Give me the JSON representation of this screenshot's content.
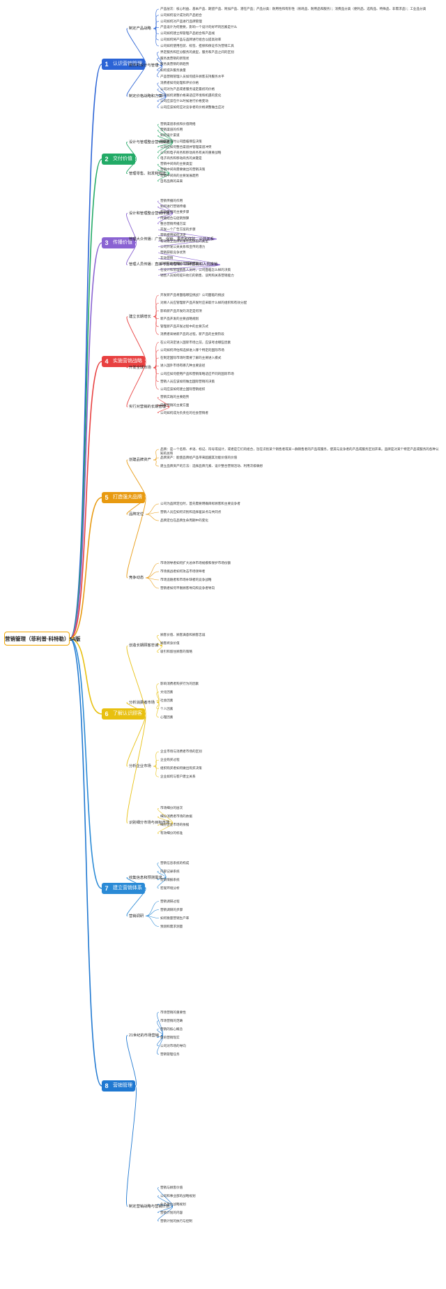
{
  "root": {
    "label": "营销管理（菲利普·科特勒）14版",
    "color": "#f0a500"
  },
  "branches": [
    {
      "num": "1",
      "label": "认识营销管理",
      "color": "#2b64d6",
      "sub": [
        {
          "label": "制定产品战略",
          "leaves": [
            "产品层次：核心利益、基本产品、期望产品、附加产品、潜在产品；产品分类：耐用性和有形性（易耗品、耐用品和服务）；消费品分类（便利品、选购品、特殊品、非需求品）；工业品分类",
            "公司如何设计成功的产品组合",
            "公司如何对产品进行品牌管理",
            "产品设计为何重要，影响一个设计的好坏的因素是什么",
            "公司如何建立和管理产品组合和产品线",
            "公司如何将产品与品牌进行组合以提高效率",
            "公司如何使用包装、标签、担保和保证作为营销工具"
          ]
        },
        {
          "label": "服务的设计与管理",
          "leaves": [
            "界定服务和区分服务的类型，服务和产品之间的区别",
            "服务类营销的新现状",
            "服务类营销的新趋势",
            "如何提升服务质量",
            "产品营销管理人员如何提升顾客支持服务水平"
          ]
        },
        {
          "label": "制定价格战略和方案",
          "leaves": [
            "消费者如何处理和评价价格",
            "公司对为产品或者服务设定最初的价格",
            "公司如何调整价格来适应环境和机遇的变化",
            "公司应该在什么时候进行价格变动",
            "公司应该如何应对竞争者的价格调整做出应对"
          ]
        }
      ]
    },
    {
      "num": "2",
      "label": "交付价值",
      "color": "#22aa66",
      "sub": [
        {
          "label": "设计与管理整合营销渠道",
          "leaves": [
            "营销渠道系统和价值网络",
            "营销渠道的作用",
            "如何设计渠道",
            "管理渠道时公司面临哪些决策",
            "公司应如何整合渠道并管理渠道冲突",
            "公司和电子商务和移动商务有关的重要战略",
            "电子商务和移动商务的关键是"
          ]
        },
        {
          "label": "管理零售、批发和物流",
          "leaves": [
            "营销中间商的主要类型",
            "营销中间商需要做出的营销决策",
            "营销中间商的主要发展趋势",
            "自有品牌的未来"
          ]
        }
      ]
    },
    {
      "num": "3",
      "label": "传播价值",
      "color": "#8a63d2",
      "sub": [
        {
          "label": "设计和管理整合营销传播",
          "leaves": [
            "营销传播的作用",
            "如何进行营销传播",
            "有效传播的主要步骤",
            "传播组合与促销预算",
            "整合营销传播方案"
          ]
        },
        {
          "label": "管理大众传播：广告、促销、事件和体验、公共关系",
          "leaves": [
            "开发一个广告方案的步骤",
            "营销费用如何决定",
            "有效建立品牌的事件和体验的类型",
            "公司开发公关关系和宣传的潜力"
          ]
        },
        {
          "label": "管理人员传播：直接与互动营销、口碑营销和人员推销",
          "leaves": [
            "营销获取竞争优势",
            "互动营销",
            "口碑影响和网络营销的成败",
            "在设计和管理销售人员时，公司面临怎么样的决策",
            "销售人员如何提升他们的销售、谈判和关系营销能力"
          ]
        }
      ]
    },
    {
      "num": "4",
      "label": "实施营销战略",
      "color": "#e84040",
      "sub": [
        {
          "label": "建立长期增长",
          "leaves": [
            "开发新产品将面临哪些挑战？公司面临的挑战",
            "对顾人员应管理新产品开发时应采取什么样的组织和有效分配",
            "影响新产品开发的决定是何项",
            "新产品开发的主要战略规划",
            "管理新产品开发过程中的主要方式",
            "消费者采纳新产品的过程，新产品的主要阶段"
          ]
        },
        {
          "label": "开发全球市场",
          "leaves": [
            "在公司决定进入国际市场之前，应该考虑哪些因素",
            "公司如何评估和选择进入哪个特定的国际市场",
            "在制定国际市场时需要了解的主要进入模式",
            "进入国外市场有哪几种主要途径",
            "公司应如何使用产品和营销策略适应不同的国际市场",
            "营销人员应该如何做出国际营销的决策",
            "公司应该如何建立国际营销组织"
          ]
        },
        {
          "label": "实行对营销的长期管理",
          "leaves": [
            "营销实践的主要趋势",
            "内部营销的主要方面",
            "公司如何成为负责任的社会营销者"
          ]
        }
      ]
    },
    {
      "num": "5",
      "label": "打造强大品牌",
      "color": "#e89a10",
      "sub": [
        {
          "label": "创建品牌资产",
          "leaves": [
            "品牌：是一个名称、术语、标记、符号或设计，或者是它们的组合，旨在识别某个销售者或某一群销售者的产品或服务，使其与竞争者的产品或服务区别开来。品牌是对某个特定产品或服务的各种认知的总和",
            "品牌资产：能使品牌给产品带来超越其功能价值的价值",
            "建立品牌资产的方法：选择品牌元素、设计整合营销活动、利用次级联想"
          ]
        },
        {
          "label": "品牌定位",
          "leaves": [
            "公司为品牌定位时，首先需要明确目标顾客和主要竞争者",
            "营销人员应如何识别和选择差异点与共同点",
            "品牌定位在品牌生命周期中的变化"
          ]
        },
        {
          "label": "竞争动态",
          "leaves": [
            "市场领导者如何扩大总体市场规模和保护市场份额",
            "市场挑战者如何攻击市场领导者",
            "市场追随者和市场补缺者的竞争战略",
            "营销者如何平衡顾客导向和竞争者导向"
          ]
        }
      ]
    },
    {
      "num": "6",
      "label": "了解认识顾客",
      "color": "#e8c010",
      "sub": [
        {
          "label": "创造长期顾客忠诚",
          "leaves": [
            "顾客价值、顾客满意和顾客忠诚",
            "顾客终身价值",
            "吸引和留住顾客的策略"
          ]
        },
        {
          "label": "分析消费者市场",
          "leaves": [
            "影响消费者购买行为的因素",
            "文化因素",
            "社会因素",
            "个人因素",
            "心理因素"
          ]
        },
        {
          "label": "分析企业市场",
          "leaves": [
            "企业市场与消费者市场的区别",
            "企业购买过程",
            "组织购买者如何做出购买决策",
            "企业如何与客户建立关系"
          ]
        },
        {
          "label": "识别细分市场与目标市场",
          "leaves": [
            "市场细分的层次",
            "细分消费者市场的依据",
            "细分企业市场的依据",
            "有效细分的标准"
          ]
        }
      ]
    },
    {
      "num": "7",
      "label": "建立营销体系",
      "color": "#2a8ad6",
      "sub": [
        {
          "label": "收集信息和预测需求",
          "leaves": [
            "营销信息系统的构成",
            "内部记录系统",
            "营销情报系统",
            "宏观环境分析"
          ]
        },
        {
          "label": "营销调研",
          "leaves": [
            "营销调研过程",
            "营销调研的步骤",
            "如何衡量营销生产率",
            "预测和需求测量"
          ]
        }
      ]
    },
    {
      "num": "8",
      "label": "营销管理",
      "color": "#1f78d1",
      "sub": [
        {
          "label": "21世纪的市场营销",
          "leaves": [
            "市场营销的重要性",
            "市场营销的范畴",
            "营销的核心概念",
            "新的营销现实",
            "公司对市场的导向",
            "营销管理任务"
          ]
        },
        {
          "label": "制定营销战略与营销计划",
          "leaves": [
            "营销与顾客价值",
            "公司和事业部的战略规划",
            "业务单位战略规划",
            "营销计划的内容",
            "营销计划的执行与控制"
          ]
        }
      ]
    }
  ]
}
